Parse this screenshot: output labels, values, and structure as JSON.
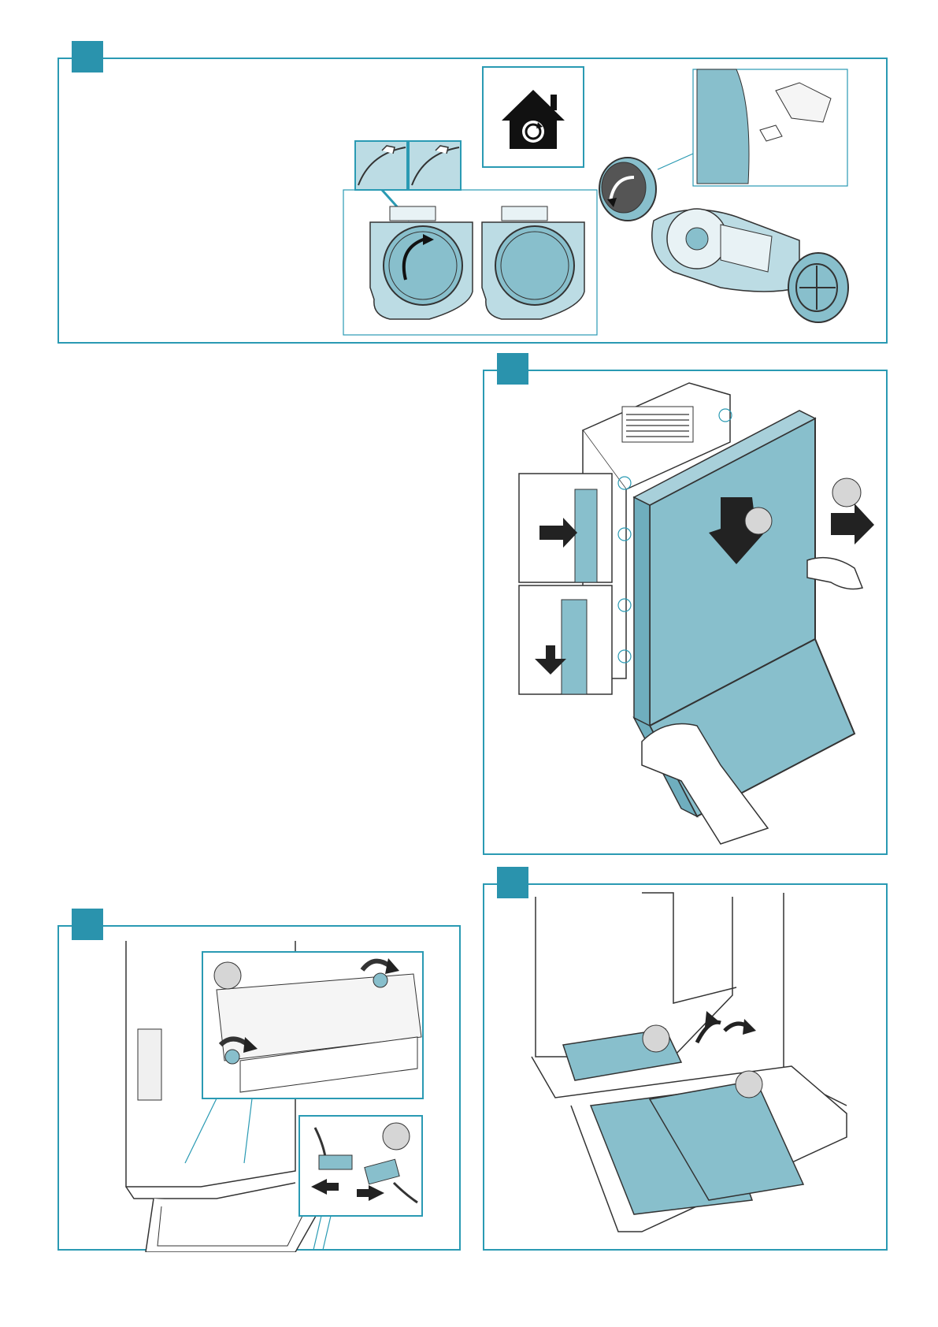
{
  "page": {
    "title": ""
  },
  "colors": {
    "frame": "#2a9ab3",
    "step_tag": "#2a93ad",
    "part_fill": "#88bfcc",
    "part_fill_light": "#bcdce4",
    "callout_circle": "#d6d6d6",
    "line": "#222222"
  },
  "panels": [
    {
      "id": "top-panel",
      "step_tag": "",
      "icon": "recirculation-house-icon"
    },
    {
      "id": "chimney-panel",
      "step_tag": "",
      "icons": [
        "arrow-down-icon",
        "push-arrow-icon",
        "hands-icon"
      ]
    },
    {
      "id": "connector-panel",
      "step_tag": "",
      "icons": [
        "rotate-knob-icon",
        "connector-plug-icon"
      ]
    },
    {
      "id": "grease-filter-panel",
      "step_tag": "",
      "icons": [
        "grease-filter-icon",
        "lift-arrow-icon"
      ]
    }
  ]
}
